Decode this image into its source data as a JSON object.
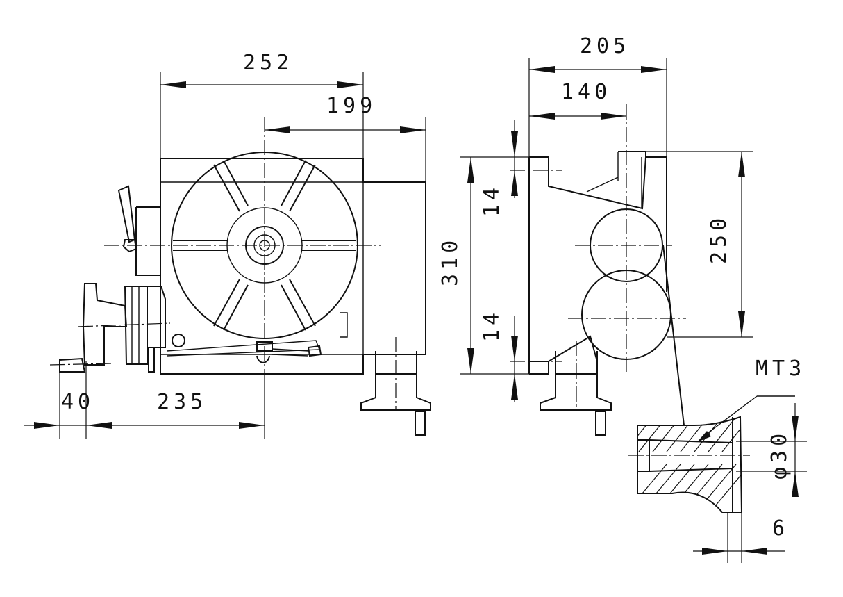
{
  "dimensions": {
    "d252": "252",
    "d199": "199",
    "d205": "205",
    "d140": "140",
    "d14_top": "14",
    "d14_bottom": "14",
    "d310": "310",
    "d250": "250",
    "d40": "40",
    "d235": "235",
    "d6": "6",
    "d_phi30": "φ30"
  },
  "callouts": {
    "taper": "MT3"
  }
}
